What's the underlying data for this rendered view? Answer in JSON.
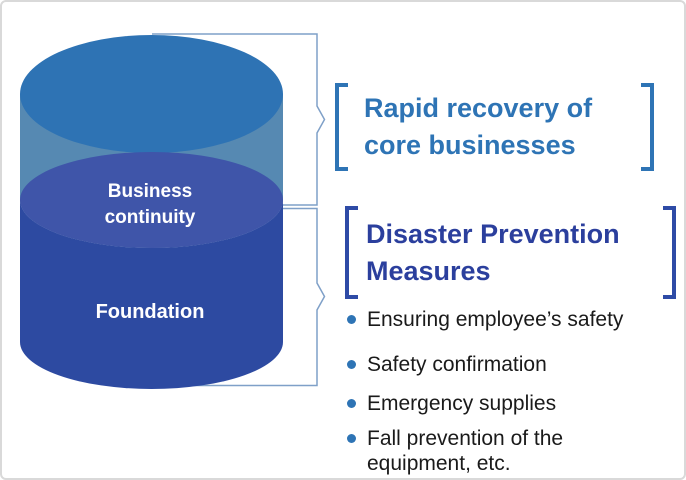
{
  "diagram": {
    "cylinder": {
      "top_segment_label": "Business\ncontinuity",
      "bottom_segment_label": "Foundation",
      "colors": {
        "top_face": "#2E73B4",
        "top_body": "#5689B2",
        "bottom_face": "#3F55A9",
        "bottom_body": "#2D4AA1",
        "label_text": "#FFFFFF"
      }
    },
    "connector_color": "#7FA0C8",
    "page_border_color": "#D9D9D9"
  },
  "annotations": {
    "business_continuity": {
      "title": "Rapid recovery of\ncore businesses",
      "title_color": "#2E74B5",
      "bracket_color": "#2E74B5"
    },
    "foundation": {
      "title": "Disaster Prevention\nMeasures",
      "title_color": "#2B3F9D",
      "bracket_color": "#2E4BA6",
      "bullet_dot_color": "#2E74B5",
      "bullets": [
        {
          "text": "Ensuring employee’s safety"
        },
        {
          "text": "Safety confirmation"
        },
        {
          "text": "Emergency supplies"
        },
        {
          "text": "Fall prevention of the\nequipment, etc."
        }
      ]
    }
  }
}
